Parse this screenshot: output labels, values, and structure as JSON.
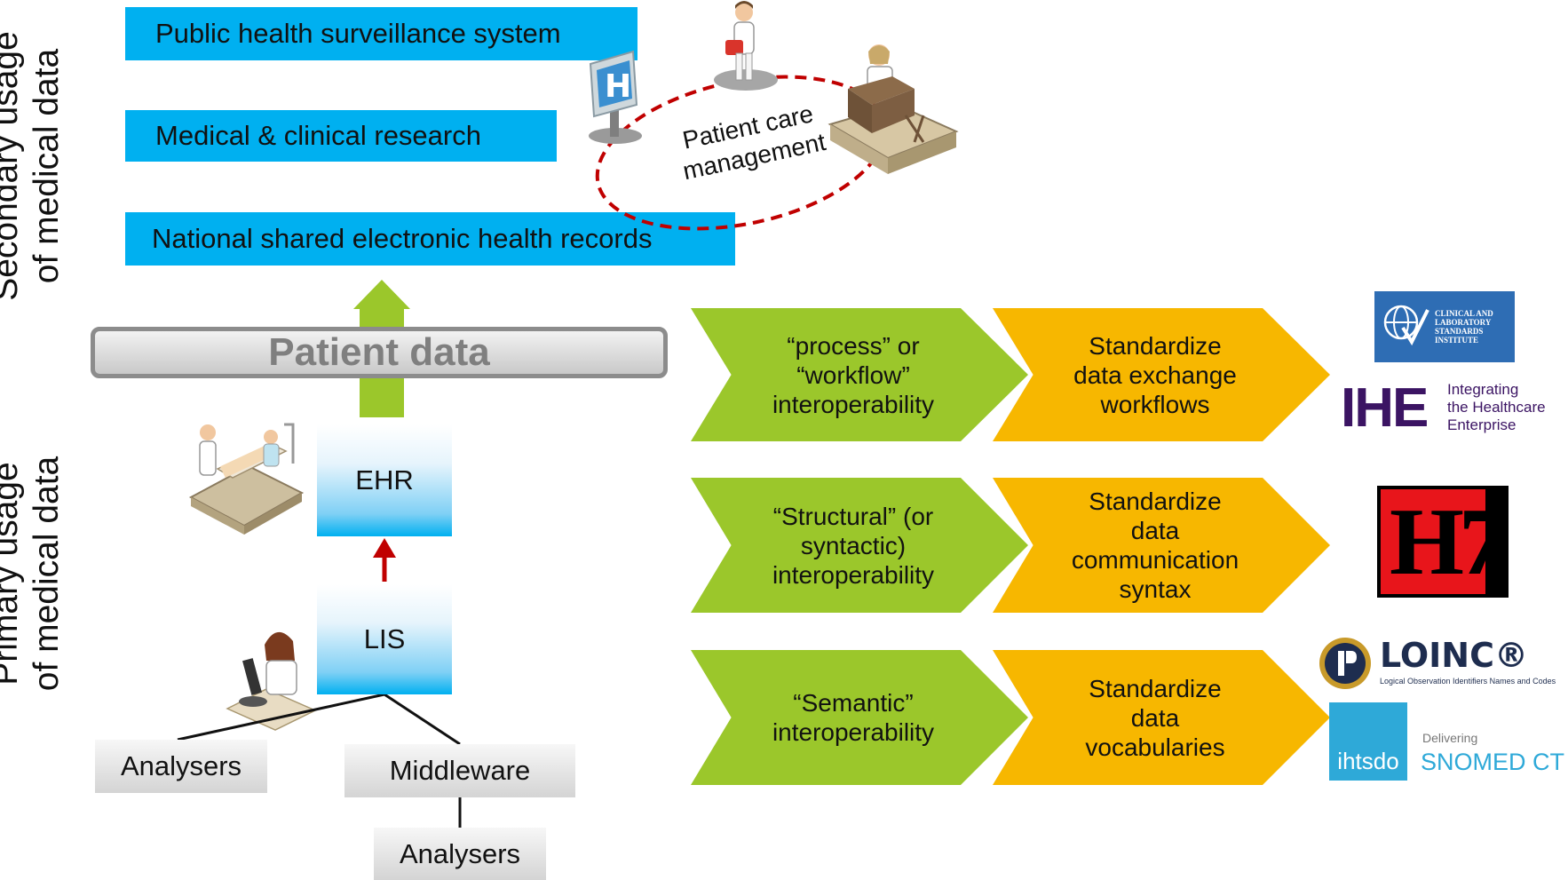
{
  "secondary_label": [
    "Secondary usage",
    "of medical data"
  ],
  "primary_label": [
    "Primary usage",
    "of medical data"
  ],
  "secondary_uses": [
    "Public health surveillance system",
    "Medical & clinical research",
    "National shared electronic health records"
  ],
  "care": {
    "label_line1": "Patient care",
    "label_line2": "management"
  },
  "patient_data": "Patient data",
  "systems": {
    "ehr": "EHR",
    "lis": "LIS"
  },
  "devices": {
    "analysers_left": "Analysers",
    "middleware": "Middleware",
    "analysers_bottom": "Analysers"
  },
  "interop_rows": [
    {
      "type": "“process” or\n“workflow”\ninteroperability",
      "goal": "Standardize\ndata exchange\nworkflows"
    },
    {
      "type": "“Structural” (or\nsyntactic)\ninteroperability",
      "goal": "Standardize\ndata\ncommunication\nsyntax"
    },
    {
      "type": "“Semantic”\ninteroperability",
      "goal": "Standardize\ndata\nvocabularies"
    }
  ],
  "logos": {
    "clsi": [
      "CLINICAL AND",
      "LABORATORY",
      "STANDARDS",
      "INSTITUTE"
    ],
    "ihe_mark": "IHE",
    "ihe_text": [
      "Integrating",
      "the Healthcare",
      "Enterprise"
    ],
    "hl7": "H7",
    "loinc": "LOINC®",
    "loinc_sub": "Logical Observation Identifiers Names and Codes",
    "ihtsdo": "ihtsdo",
    "delivering": "Delivering",
    "snomed": "SNOMED CT"
  },
  "colors": {
    "bar_blue": "#00b0f0",
    "green": "#9bc72b",
    "yellow": "#f7b700",
    "arrow_red": "#c00000",
    "dash_red": "#c00000"
  }
}
